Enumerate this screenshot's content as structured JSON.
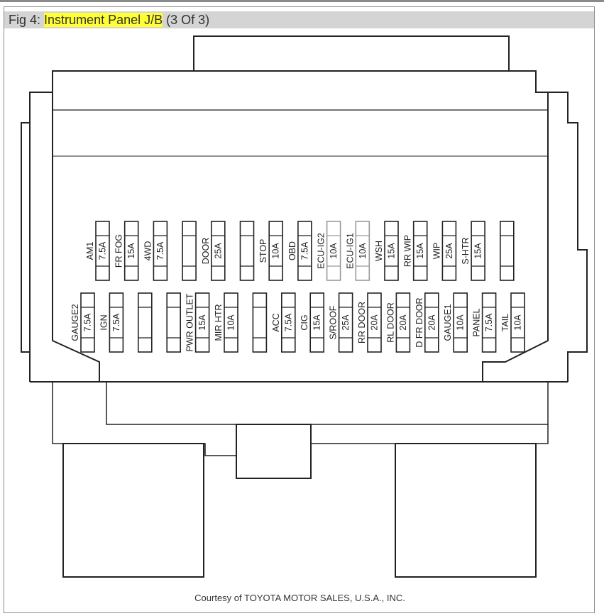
{
  "header": {
    "prefix": "Fig 4:",
    "title": "Instrument Panel J/B",
    "suffix": "(3 Of 3)"
  },
  "fuses_top": [
    {
      "name": "AM1",
      "rating": "7.5A"
    },
    {
      "name": "FR FOG",
      "rating": "15A"
    },
    {
      "name": "4WD",
      "rating": "7.5A"
    },
    {
      "name": "",
      "rating": ""
    },
    {
      "name": "DOOR",
      "rating": "25A"
    },
    {
      "name": "",
      "rating": ""
    },
    {
      "name": "STOP",
      "rating": "10A"
    },
    {
      "name": "OBD",
      "rating": "7.5A"
    },
    {
      "name": "ECU-IG2",
      "rating": "10A"
    },
    {
      "name": "ECU-IG1",
      "rating": "10A"
    },
    {
      "name": "WSH",
      "rating": "15A"
    },
    {
      "name": "RR WIP",
      "rating": "15A"
    },
    {
      "name": "WIP",
      "rating": "25A"
    },
    {
      "name": "S-HTR",
      "rating": "15A"
    },
    {
      "name": "",
      "rating": ""
    }
  ],
  "fuses_bottom": [
    {
      "name": "GAUGE2",
      "rating": "7.5A"
    },
    {
      "name": "IGN",
      "rating": "7.5A"
    },
    {
      "name": "",
      "rating": ""
    },
    {
      "name": "",
      "rating": ""
    },
    {
      "name": "PWR OUTLET",
      "rating": "15A"
    },
    {
      "name": "MIR HTR",
      "rating": "10A"
    },
    {
      "name": "",
      "rating": ""
    },
    {
      "name": "ACC",
      "rating": "7.5A"
    },
    {
      "name": "CIG",
      "rating": "15A"
    },
    {
      "name": "S/ROOF",
      "rating": "25A"
    },
    {
      "name": "RR DOOR",
      "rating": "20A"
    },
    {
      "name": "RL DOOR",
      "rating": "20A"
    },
    {
      "name": "D FR DOOR",
      "rating": "20A"
    },
    {
      "name": "GAUGE1",
      "rating": "10A"
    },
    {
      "name": "PANEL",
      "rating": "7.5A"
    },
    {
      "name": "TAIL",
      "rating": "10A"
    }
  ],
  "footer": {
    "credit": "Courtesy of TOYOTA MOTOR SALES, U.S.A., INC."
  }
}
